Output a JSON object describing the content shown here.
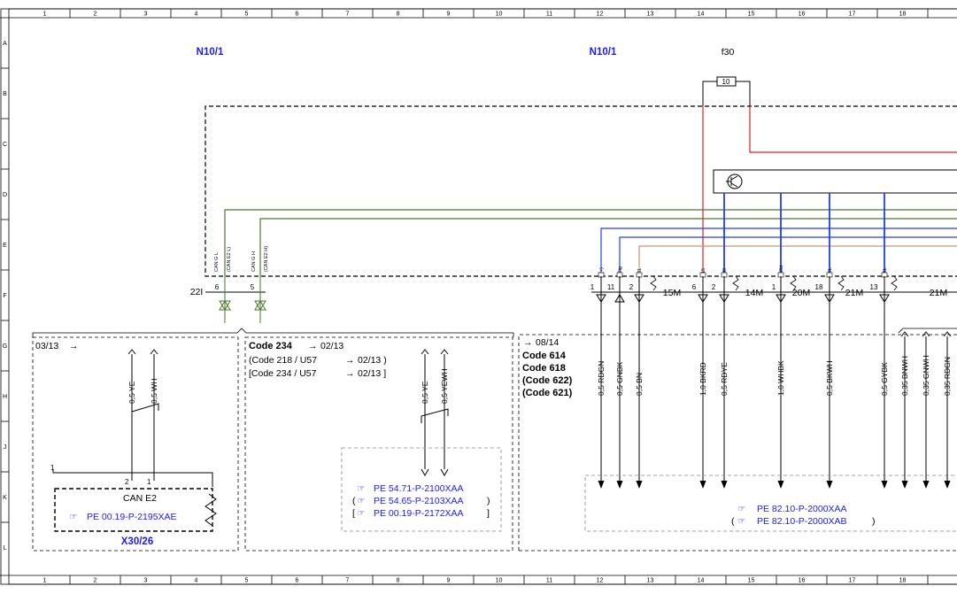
{
  "ruler": {
    "columns": [
      "1",
      "2",
      "3",
      "4",
      "5",
      "6",
      "7",
      "8",
      "9",
      "10",
      "11",
      "12",
      "13",
      "14",
      "15",
      "16",
      "17",
      "18"
    ],
    "rows": [
      "A",
      "B",
      "C",
      "D",
      "E",
      "F",
      "G",
      "H",
      "J",
      "K",
      "L"
    ]
  },
  "components": {
    "left_module": "N10/1",
    "right_module": "N10/1",
    "fuse": "f30",
    "fuse_number": "10",
    "bus_connector": "X30/26"
  },
  "left_connector": {
    "left_ground_label": "22I",
    "pins": [
      {
        "num": "6",
        "sig": "CAN G L",
        "alt": "(CAN E2 L)"
      },
      {
        "num": "5",
        "sig": "CAN G H",
        "alt": "(CAN E2 H)"
      }
    ]
  },
  "right_pins": [
    {
      "num": "1",
      "sig": "(+)"
    },
    {
      "num": "11",
      "sig": "Sig"
    },
    {
      "num": "2",
      "sig": "31"
    },
    {
      "num": "6",
      "sig": "15"
    },
    {
      "num": "2",
      "sig": "30"
    },
    {
      "num": "1",
      "sig": "58d"
    },
    {
      "num": "18",
      "sig": "SL"
    },
    {
      "num": "13",
      "sig": "SL"
    }
  ],
  "connector_groups": [
    "15M",
    "14M",
    "20M",
    "21M",
    "21M"
  ],
  "panel1": {
    "code_date": "03/13",
    "wires": [
      "0,5 YE",
      "0,5 WH"
    ],
    "can_label": "CAN E2",
    "pin1": "1",
    "pin2": "2",
    "pin3": "1",
    "ref": "PE 00.19-P-2195XAE"
  },
  "panel2": {
    "line1_code": "Code 234",
    "line1_date": "02/13",
    "line2": "(Code 218   / U57",
    "line2_date": "02/13 )",
    "line3": "[Code 234   / U57",
    "line3_date": "02/13 ]",
    "wires": [
      "0,5 YE",
      "0,5 YEWH"
    ],
    "refs": [
      {
        "open": "",
        "text": "PE 54.71-P-2100XAA",
        "close": ""
      },
      {
        "open": "(",
        "text": "PE 54.65-P-2103XAA",
        "close": ")"
      },
      {
        "open": "[",
        "text": "PE 00.19-P-2172XAA",
        "close": "]"
      }
    ]
  },
  "panel3": {
    "date": "08/14",
    "codes": [
      "Code 614",
      "Code 618",
      "(Code 622)",
      "(Code 621)"
    ],
    "wires": [
      "0,5 RDGN",
      "0,5 GNBK",
      "0,5 BN",
      "1,0 BKRD",
      "0,5 RDYE",
      "1,0 WHBK",
      "0,5 BKWH",
      "0,5 GYBK",
      "0,35 BNWH",
      "0,35 GNWH",
      "0,35 RDGN"
    ],
    "refs": [
      {
        "open": "",
        "text": "PE 82.10-P-2000XAA",
        "close": ""
      },
      {
        "open": "(",
        "text": "PE 82.10-P-2000XAB",
        "close": ")"
      }
    ]
  },
  "colors": {
    "ink": "#000000",
    "ref_blue": "#1a1aff",
    "wire_red": "#e0201b",
    "wire_green": "#4a7a2a",
    "wire_blue": "#1e3cff",
    "wire_brown": "#c8967a"
  }
}
